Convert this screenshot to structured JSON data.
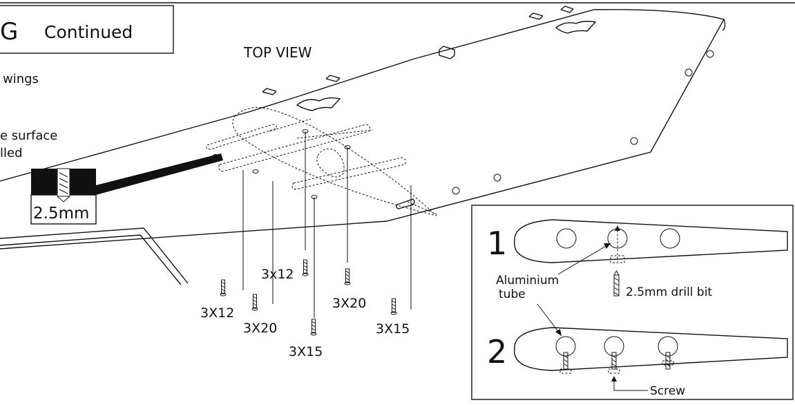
{
  "header": {
    "letter": "G",
    "continued": "Continued"
  },
  "view_title": "TOP VIEW",
  "left_notes": {
    "line1": "wings",
    "line2": "e surface",
    "line3": "lled"
  },
  "drill_callout": "2.5mm",
  "screw_labels": {
    "a": "3X12",
    "b": "3X20",
    "c": "3x12",
    "d": "3X15",
    "e": "3X20",
    "f": "3X15"
  },
  "inset": {
    "step1": "1",
    "step2": "2",
    "tube_label_line1": "Aluminium",
    "tube_label_line2": "tube",
    "drill_bit_label": "2.5mm drill bit",
    "screw_label": "Screw"
  }
}
